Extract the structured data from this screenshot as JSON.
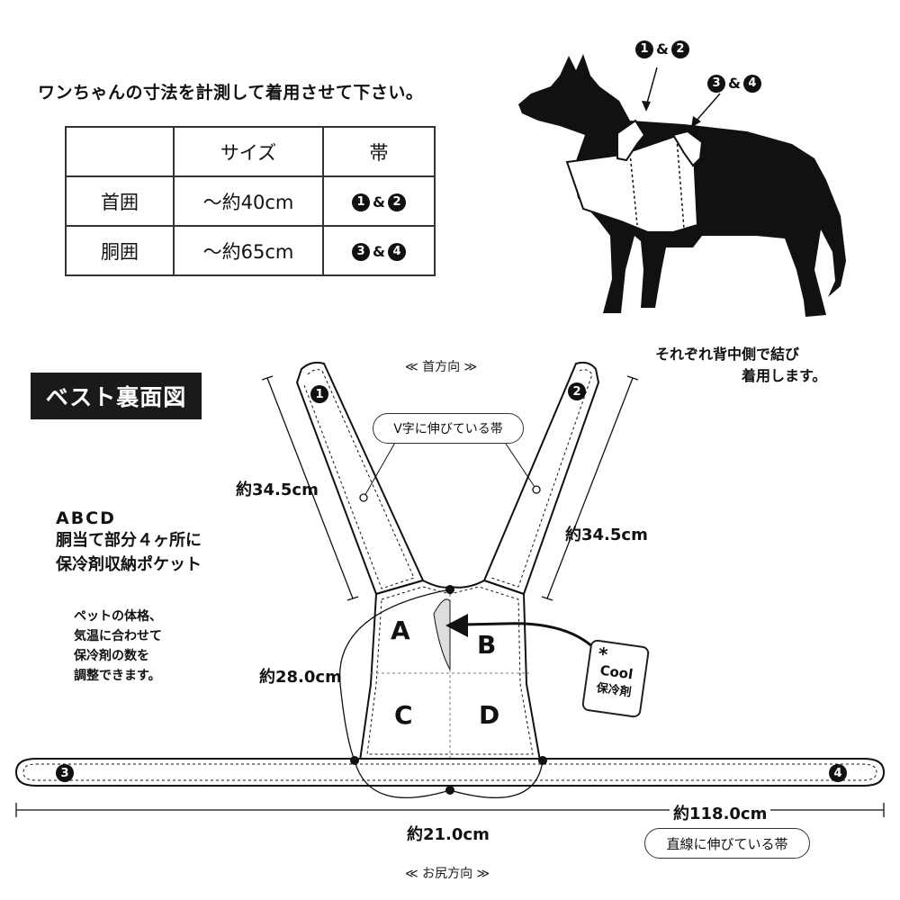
{
  "heading": "ワンちゃんの寸法を計測して着用させて下さい。",
  "table": {
    "headers": [
      "",
      "サイズ",
      "帯"
    ],
    "rows": [
      {
        "label": "首囲",
        "size": "～約40cm",
        "band_a": "1",
        "band_b": "2"
      },
      {
        "label": "胴囲",
        "size": "～約65cm",
        "band_a": "3",
        "band_b": "4"
      }
    ],
    "amp": "&"
  },
  "dog_labels": {
    "neck_pair": {
      "a": "1",
      "b": "2"
    },
    "body_pair": {
      "a": "3",
      "b": "4"
    },
    "amp": "&"
  },
  "tie_note": [
    "それぞれ背中側で結び",
    "着用します。"
  ],
  "vest_title": "ベスト裏面図",
  "direction_neck": "≪ 首方向 ≫",
  "direction_rear": "≪ お尻方向 ≫",
  "v_band_label": "V字に伸びている帯",
  "straight_band_label": "直線に伸びている帯",
  "measurements": {
    "left_strap": "約34.5cm",
    "right_strap": "約34.5cm",
    "body_height": "約28.0cm",
    "body_width": "約21.0cm",
    "total_band": "約118.0cm"
  },
  "pockets": {
    "title": "ABCD",
    "lines": [
      "胴当て部分４ヶ所に",
      "保冷剤収納ポケット"
    ],
    "letters": [
      "A",
      "B",
      "C",
      "D"
    ]
  },
  "pet_note": [
    "ペットの体格、",
    "気温に合わせて",
    "保冷剤の数を",
    "調整できます。"
  ],
  "cool_tag": {
    "stars": "*",
    "brand": "Cool",
    "label": "保冷剤"
  },
  "band_numbers": {
    "strap_left": "1",
    "strap_right": "2",
    "band_left": "3",
    "band_right": "4"
  }
}
